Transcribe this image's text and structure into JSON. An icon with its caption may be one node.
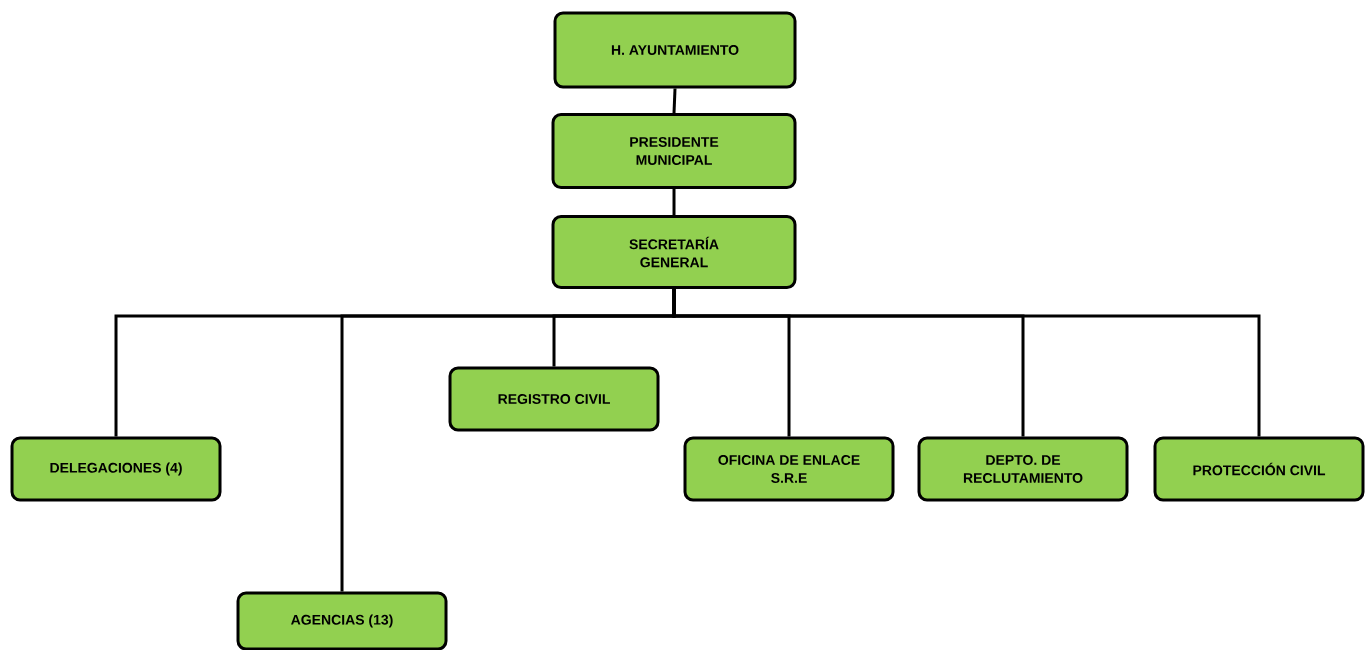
{
  "diagram": {
    "nodes": [
      {
        "text": [
          "H. AYUNTAMIENTO"
        ]
      },
      {
        "text": [
          "PRESIDENTE MUNICIPAL"
        ]
      },
      {
        "text": [
          "SECRETARÍA GENERAL"
        ]
      },
      {
        "text": [
          "DELEGACIONES (4)"
        ]
      },
      {
        "text": [
          "AGENCIAS (13)"
        ]
      },
      {
        "text": [
          "REGISTRO CIVIL"
        ]
      },
      {
        "text": [
          "OFICINA DE ENLACE S.R.E"
        ]
      },
      {
        "text": [
          "DEPTO. DE RECLUTAMIENTO"
        ]
      },
      {
        "text": [
          "PROTECCIÓN CIVIL"
        ]
      }
    ],
    "edges": [
      {
        "from": 0,
        "to": 1,
        "arrow": "none"
      },
      {
        "from": 1,
        "to": 2,
        "arrow": "none"
      },
      {
        "from": 2,
        "to": 3,
        "arrow": "none"
      },
      {
        "from": 2,
        "to": 4,
        "arrow": "none"
      },
      {
        "from": 2,
        "to": 5,
        "arrow": "none"
      },
      {
        "from": 2,
        "to": 6,
        "arrow": "none"
      },
      {
        "from": 2,
        "to": 7,
        "arrow": "none"
      },
      {
        "from": 2,
        "to": 8,
        "arrow": "none"
      }
    ]
  }
}
